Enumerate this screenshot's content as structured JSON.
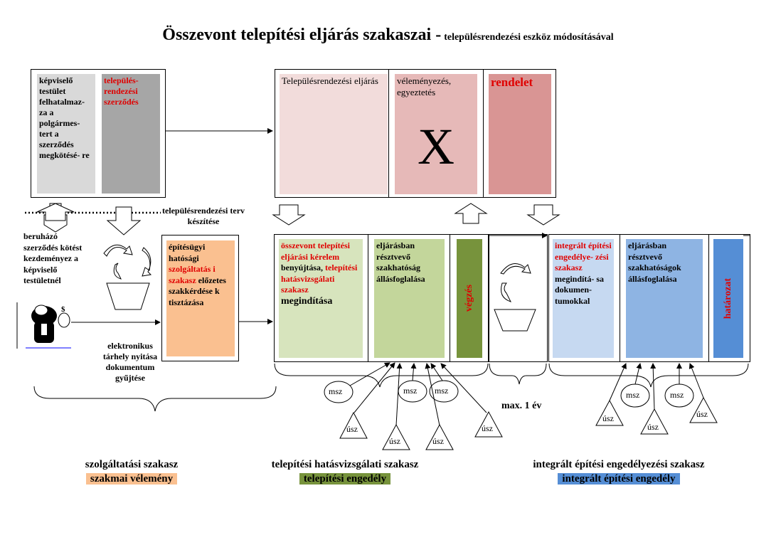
{
  "title": {
    "main": "Összevont telepítési eljárás szakaszai -",
    "sub": "településrendezési eszköz módosításával"
  },
  "top_left_box": {
    "cell1": "képviselő testület felhatalmaz- za a polgármes- tert a szerződés megkötésé- re",
    "cell2": "település- rendezési szerződés"
  },
  "top_right_box": {
    "cell1": "Településrendezési eljárás",
    "cell2": "véleményezés, egyeztetés",
    "x_mark": "X",
    "cell3": "rendelet"
  },
  "labels": {
    "terv_keszites": "településrendezési terv készítése",
    "beruhazo": "beruházó szerződés kötést kezdeményez a képviselő testületnél",
    "elektronikus": "elektronikus tárhely nyitása dokumentum gyűjtése",
    "max_ev": "max. 1 év"
  },
  "szolg_box": {
    "text_prefix": "építésügyi hatósági",
    "text_red": "szolgáltatás i szakasz",
    "text_suffix": "előzetes szakkérdése k tisztázása"
  },
  "telep_box": {
    "red1": "összevont telepítési eljárási kérelem",
    "plain1": "benyújtása,",
    "red2": "telepítési hatásvizsgálati szakasz",
    "plain2": "megindítása",
    "cell2": "eljárásban résztvevő szakhatóság állásfoglalása",
    "vertical": "végzés"
  },
  "integ_box": {
    "red": "integrált építési engedélye- zési szakasz",
    "plain": "megindítá- sa dokumen- tumokkal",
    "cell2": "eljárásban résztvevő szakhatóságok állásfoglalása",
    "vertical": "határozat"
  },
  "nodes": {
    "msz": "msz",
    "usz": "úsz"
  },
  "footer": {
    "col1_title": "szolgáltatási szakasz",
    "col1_sub": "szakmai vélemény",
    "col2_title": "telepítési hatásvizsgálati szakasz",
    "col2_sub": "telepítési engedély",
    "col3_title": "integrált építési engedélyezési szakasz",
    "col3_sub": "integrált építési engedély"
  },
  "colors": {
    "light_gray": "#d9d9d9",
    "mid_gray": "#a6a6a6",
    "pink_light": "#f2dcdb",
    "pink_mid": "#e6b9b8",
    "pink_dark": "#d99594",
    "orange": "#fac090",
    "green_light": "#d7e4bd",
    "green_mid": "#c3d69b",
    "green_dark": "#77933c",
    "blue_light": "#c6d9f1",
    "blue_mid": "#8eb4e3",
    "blue_dark": "#558ed5"
  }
}
